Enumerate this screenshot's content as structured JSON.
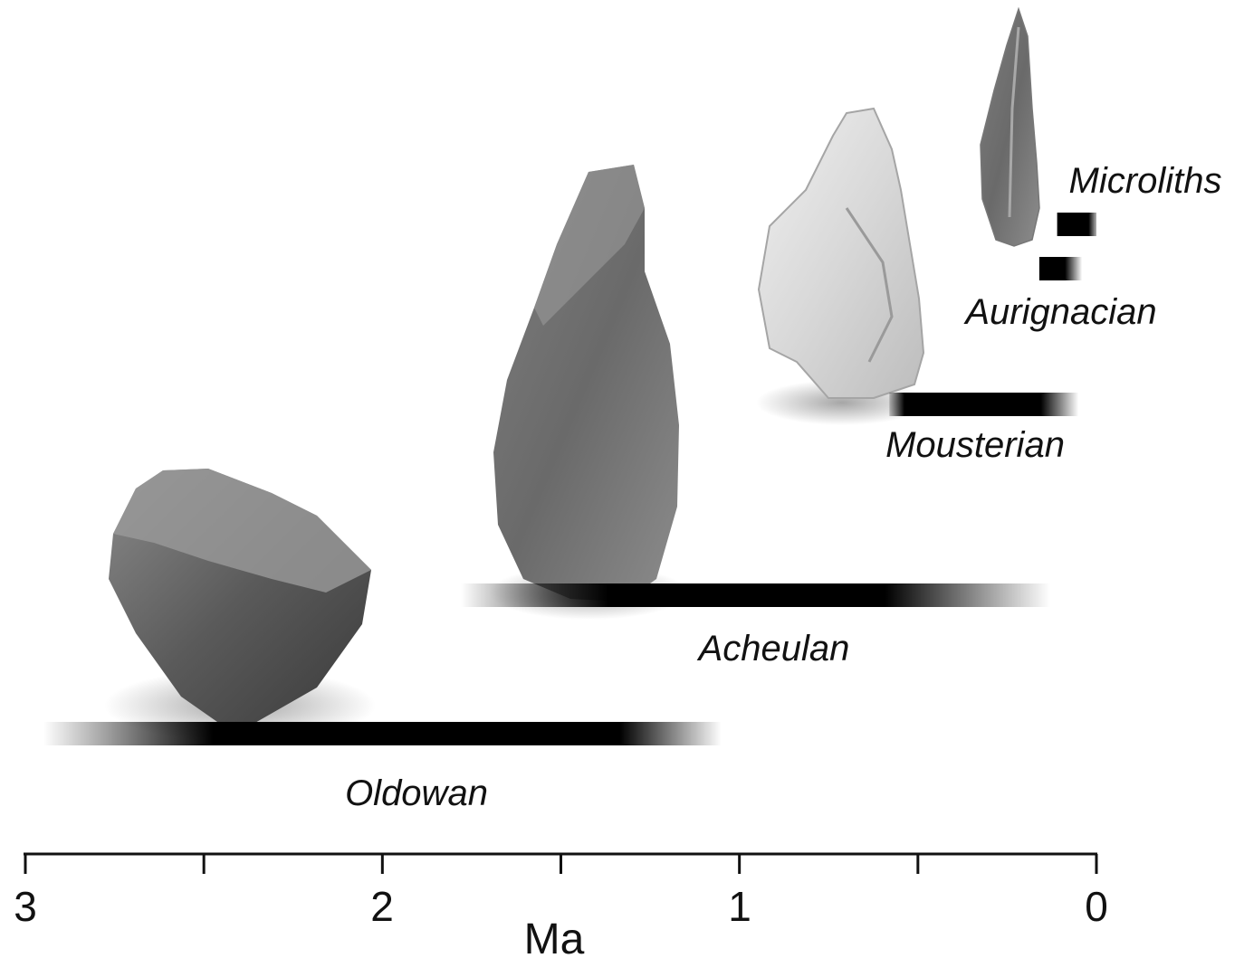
{
  "axis": {
    "ticks": [
      "3",
      "2",
      "1",
      "0"
    ],
    "unit_label": "Ma",
    "range": [
      3,
      0
    ]
  },
  "industries": [
    {
      "name": "Oldowan",
      "start_ma": 2.6,
      "end_ma": 1.3,
      "fade_start_ma": 2.95,
      "fade_end_ma": 1.05
    },
    {
      "name": "Acheulan",
      "start_ma": 1.4,
      "end_ma": 0.55,
      "fade_start_ma": 1.78,
      "fade_end_ma": 0.13
    },
    {
      "name": "Mousterian",
      "start_ma": 0.5,
      "end_ma": 0.06,
      "fade_start_ma": 0.58,
      "fade_end_ma": 0.05
    },
    {
      "name": "Aurignacian",
      "start_ma": 0.16,
      "end_ma": 0.09,
      "fade_start_ma": 0.16,
      "fade_end_ma": 0.04
    },
    {
      "name": "Microliths",
      "start_ma": 0.11,
      "end_ma": 0.0,
      "fade_start_ma": 0.11,
      "fade_end_ma": 0.0
    }
  ]
}
